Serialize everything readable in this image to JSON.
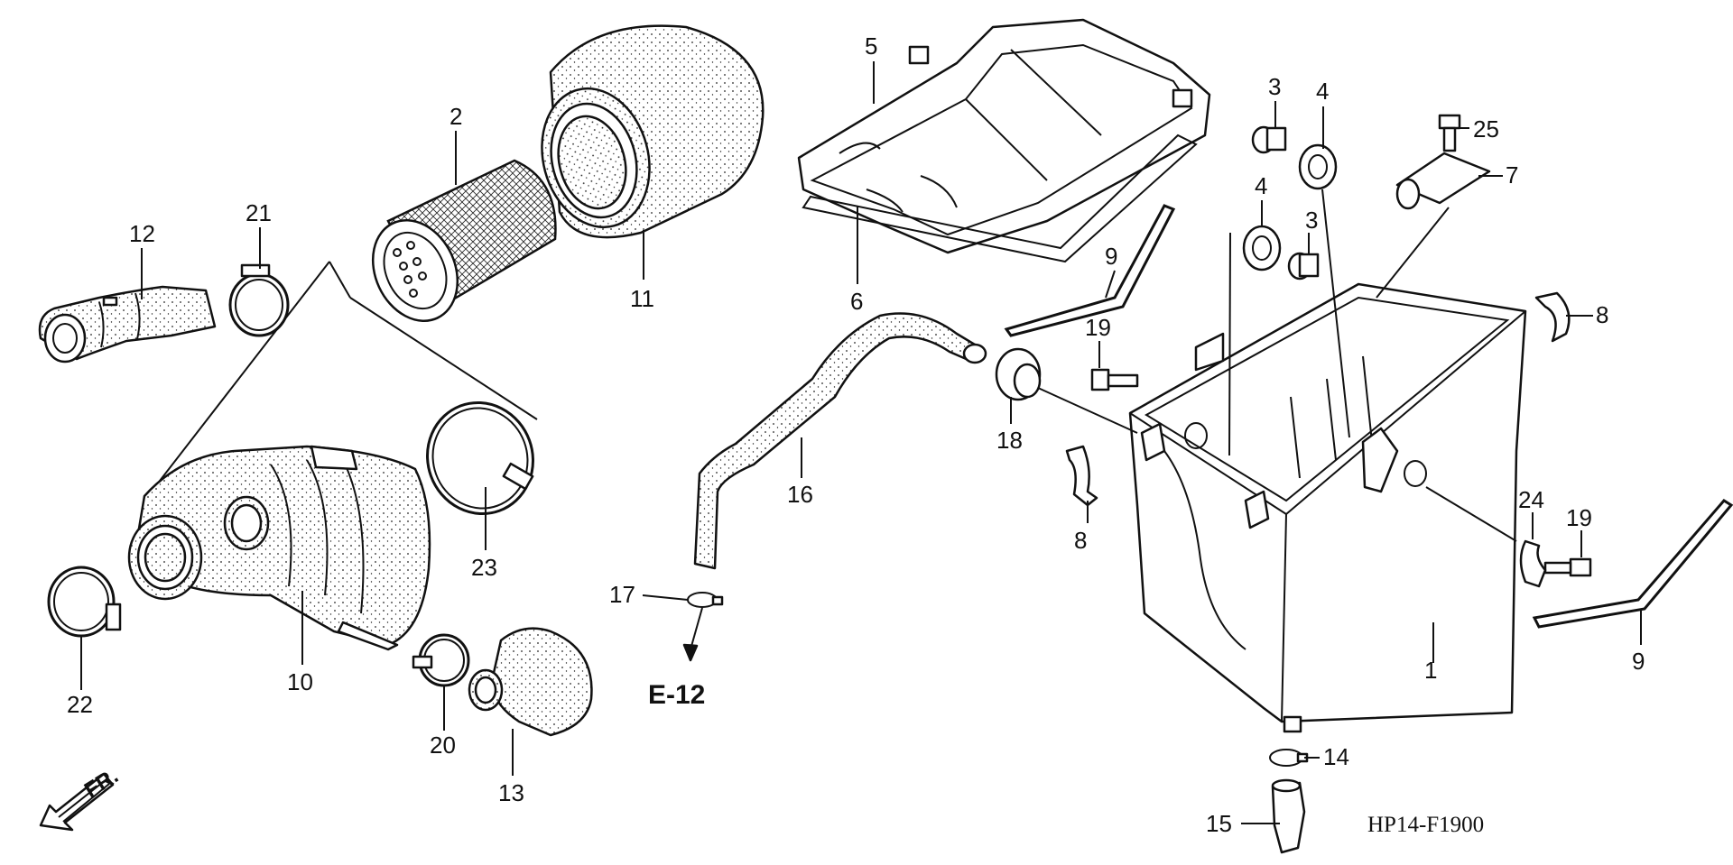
{
  "diagram": {
    "code": "HP14-F1900",
    "ref_label": "E-12",
    "fr_label": "FR.",
    "callouts": [
      {
        "id": "c1",
        "text": "1"
      },
      {
        "id": "c2",
        "text": "2"
      },
      {
        "id": "c3a",
        "text": "3"
      },
      {
        "id": "c3b",
        "text": "3"
      },
      {
        "id": "c4a",
        "text": "4"
      },
      {
        "id": "c4b",
        "text": "4"
      },
      {
        "id": "c5",
        "text": "5"
      },
      {
        "id": "c6",
        "text": "6"
      },
      {
        "id": "c7",
        "text": "7"
      },
      {
        "id": "c8a",
        "text": "8"
      },
      {
        "id": "c8b",
        "text": "8"
      },
      {
        "id": "c9a",
        "text": "9"
      },
      {
        "id": "c9b",
        "text": "9"
      },
      {
        "id": "c10",
        "text": "10"
      },
      {
        "id": "c11",
        "text": "11"
      },
      {
        "id": "c12",
        "text": "12"
      },
      {
        "id": "c13",
        "text": "13"
      },
      {
        "id": "c14",
        "text": "14"
      },
      {
        "id": "c15",
        "text": "15"
      },
      {
        "id": "c16",
        "text": "16"
      },
      {
        "id": "c17",
        "text": "17"
      },
      {
        "id": "c18",
        "text": "18"
      },
      {
        "id": "c19a",
        "text": "19"
      },
      {
        "id": "c19b",
        "text": "19"
      },
      {
        "id": "c20",
        "text": "20"
      },
      {
        "id": "c21",
        "text": "21"
      },
      {
        "id": "c22",
        "text": "22"
      },
      {
        "id": "c23",
        "text": "23"
      },
      {
        "id": "c24",
        "text": "24"
      },
      {
        "id": "c25",
        "text": "25"
      }
    ]
  }
}
